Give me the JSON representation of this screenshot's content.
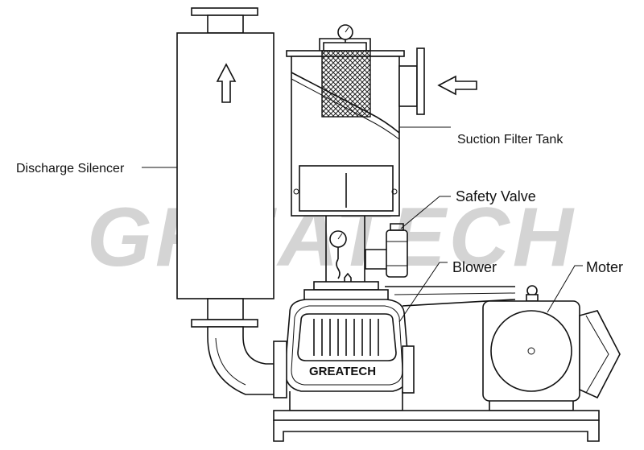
{
  "labels": {
    "discharge_silencer": "Discharge Silencer",
    "suction_filter_tank": "Suction Filter Tank",
    "safety_valve": "Safety Valve",
    "blower": "Blower",
    "moter": "Moter"
  },
  "watermark": "GREATECH",
  "blower_brand": "GREATECH",
  "colors": {
    "line": "#111111",
    "watermark": "#d4d4d4",
    "background": "#ffffff"
  },
  "icons": [
    "up-arrow-icon",
    "left-arrow-icon",
    "pressure-gauge-icon"
  ]
}
